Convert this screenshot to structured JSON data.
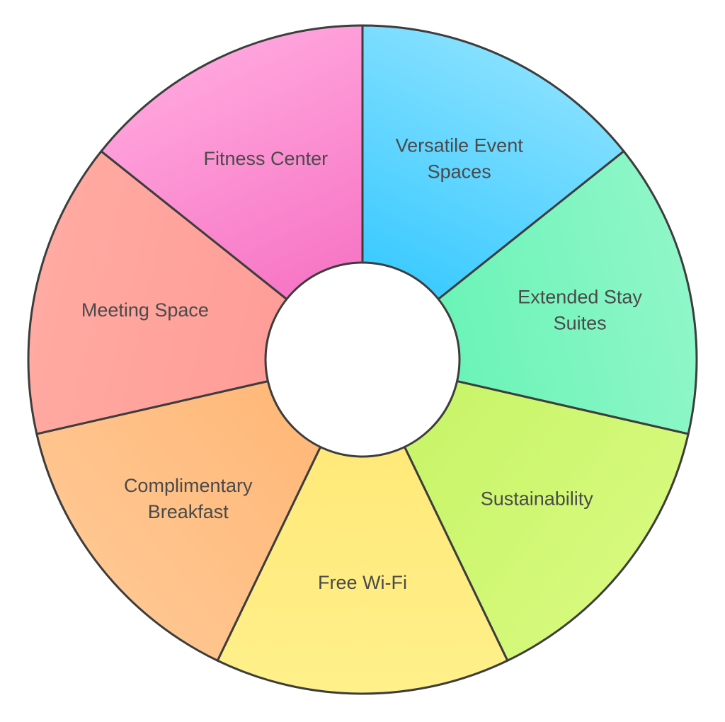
{
  "wheel": {
    "segments": [
      {
        "id": "versatile-event-spaces",
        "lines": [
          "Versatile Event",
          "Spaces"
        ],
        "color_light": "#85e0ff",
        "color_dark": "#3fcbff"
      },
      {
        "id": "extended-stay-suites",
        "lines": [
          "Extended Stay",
          "Suites"
        ],
        "color_light": "#8ff6c8",
        "color_dark": "#6cf4b8"
      },
      {
        "id": "sustainability",
        "lines": [
          "Sustainability"
        ],
        "color_light": "#d6f97c",
        "color_dark": "#c9f56a"
      },
      {
        "id": "free-wi-fi",
        "lines": [
          "Free Wi-Fi"
        ],
        "color_light": "#fff08a",
        "color_dark": "#ffe97a"
      },
      {
        "id": "complimentary-breakfast",
        "lines": [
          "Complimentary",
          "Breakfast"
        ],
        "color_light": "#ffc690",
        "color_dark": "#ffb97a"
      },
      {
        "id": "meeting-space",
        "lines": [
          "Meeting Space"
        ],
        "color_light": "#ffaaa2",
        "color_dark": "#ff9e98"
      },
      {
        "id": "fitness-center",
        "lines": [
          "Fitness Center"
        ],
        "color_light": "#ffa4dc",
        "color_dark": "#f778c6"
      }
    ],
    "outline_color": "#3d3d3d",
    "label_color": "#4a4a4a",
    "hub_color": "#ffffff"
  }
}
